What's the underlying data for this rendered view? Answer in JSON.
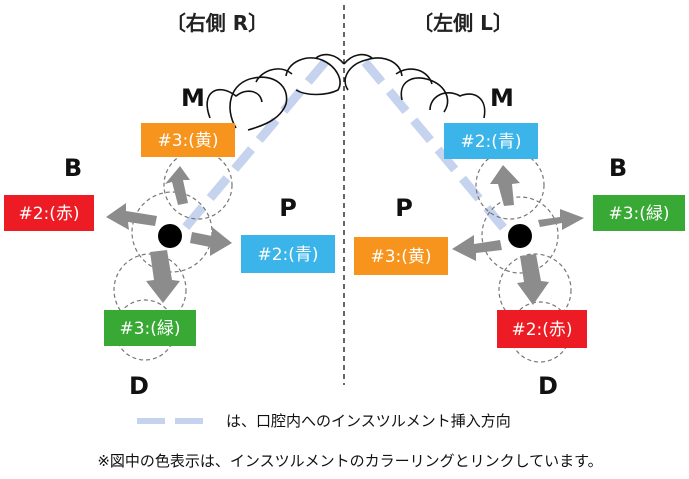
{
  "sides": {
    "right": {
      "title": "〔右側 R〕"
    },
    "left": {
      "title": "〔左側 L〕"
    }
  },
  "directions": {
    "right": {
      "m": "M",
      "b": "B",
      "p": "P",
      "d": "D"
    },
    "left": {
      "m": "M",
      "b": "B",
      "p": "P",
      "d": "D"
    }
  },
  "labels": {
    "right": {
      "m": {
        "text": "#3:(黄)",
        "color": "#f7941d"
      },
      "b": {
        "text": "#2:(赤)",
        "color": "#ed1c24"
      },
      "p": {
        "text": "#2:(青)",
        "color": "#3bb4e9"
      },
      "d": {
        "text": "#3:(緑)",
        "color": "#39a935"
      }
    },
    "left": {
      "m": {
        "text": "#2:(青)",
        "color": "#3bb4e9"
      },
      "b": {
        "text": "#3:(緑)",
        "color": "#39a935"
      },
      "p": {
        "text": "#3:(黄)",
        "color": "#f7941d"
      },
      "d": {
        "text": "#2:(赤)",
        "color": "#ed1c24"
      }
    }
  },
  "legend": {
    "insertion_direction": "は、口腔内へのインスツルメント挿入方向",
    "note": "※図中の色表示は、インスツルメントのカラーリングとリンクしています。"
  }
}
